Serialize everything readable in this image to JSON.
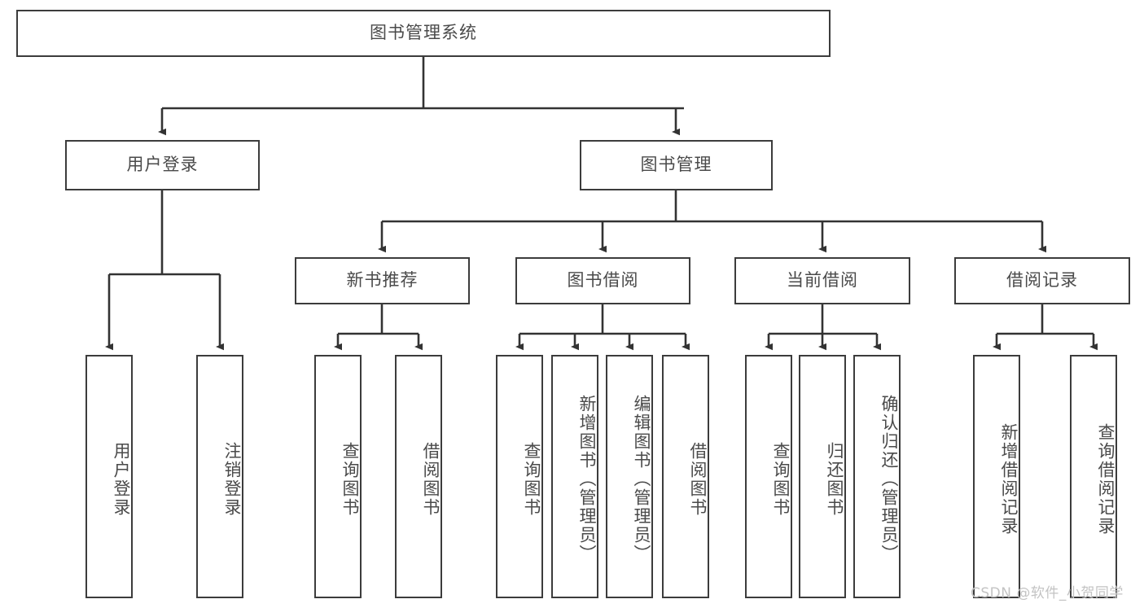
{
  "diagram": {
    "type": "tree",
    "title": "图书管理系统",
    "orientation": "top-down",
    "colors": {
      "box_border": "#3c3c3c",
      "box_fill": "#ffffff",
      "text": "#4a4a4a",
      "connector": "#333333",
      "watermark": "#c3c3c3",
      "background": "#ffffff"
    },
    "root": {
      "id": "root",
      "label": "图书管理系统",
      "level": 1,
      "orientation": "horizontal"
    },
    "level2": [
      {
        "id": "user-login",
        "label": "用户登录",
        "level": 2,
        "orientation": "horizontal"
      },
      {
        "id": "book-manage",
        "label": "图书管理",
        "level": 2,
        "orientation": "horizontal"
      }
    ],
    "level3": [
      {
        "id": "new-book-recommend",
        "label": "新书推荐",
        "level": 3,
        "orientation": "horizontal",
        "parent": "book-manage"
      },
      {
        "id": "book-borrow",
        "label": "图书借阅",
        "level": 3,
        "orientation": "horizontal",
        "parent": "book-manage"
      },
      {
        "id": "current-borrow",
        "label": "当前借阅",
        "level": 3,
        "orientation": "horizontal",
        "parent": "book-manage"
      },
      {
        "id": "borrow-record",
        "label": "借阅记录",
        "level": 3,
        "orientation": "horizontal",
        "parent": "book-manage"
      }
    ],
    "leaves": [
      {
        "id": "leaf-user-login",
        "label": "用户登录",
        "orientation": "vertical",
        "parent": "user-login"
      },
      {
        "id": "leaf-user-logout",
        "label": "注销登录",
        "orientation": "vertical",
        "parent": "user-login"
      },
      {
        "id": "leaf-query-book-1",
        "label": "查询图书",
        "orientation": "vertical",
        "parent": "new-book-recommend"
      },
      {
        "id": "leaf-borrow-book-1",
        "label": "借阅图书",
        "orientation": "vertical",
        "parent": "new-book-recommend"
      },
      {
        "id": "leaf-query-book-2",
        "label": "查询图书",
        "orientation": "vertical",
        "parent": "book-borrow"
      },
      {
        "id": "leaf-add-book",
        "label": "新增图书（管理员）",
        "orientation": "vertical",
        "parent": "book-borrow"
      },
      {
        "id": "leaf-edit-book",
        "label": "编辑图书（管理员）",
        "orientation": "vertical",
        "parent": "book-borrow"
      },
      {
        "id": "leaf-borrow-book-2",
        "label": "借阅图书",
        "orientation": "vertical",
        "parent": "book-borrow"
      },
      {
        "id": "leaf-query-book-3",
        "label": "查询图书",
        "orientation": "vertical",
        "parent": "current-borrow"
      },
      {
        "id": "leaf-return-book",
        "label": "归还图书",
        "orientation": "vertical",
        "parent": "current-borrow"
      },
      {
        "id": "leaf-confirm-return",
        "label": "确认归还（管理员）",
        "orientation": "vertical",
        "parent": "current-borrow"
      },
      {
        "id": "leaf-add-record",
        "label": "新增借阅记录",
        "orientation": "vertical",
        "parent": "borrow-record"
      },
      {
        "id": "leaf-query-record",
        "label": "查询借阅记录",
        "orientation": "vertical",
        "parent": "borrow-record"
      }
    ]
  },
  "watermark": {
    "text": "CSDN @软件_小贺同学"
  }
}
